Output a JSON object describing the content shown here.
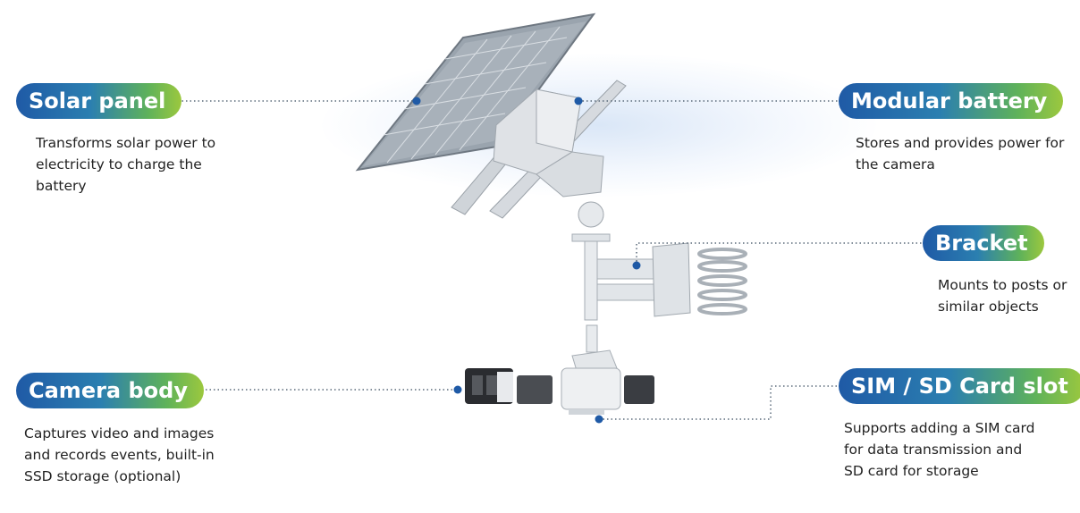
{
  "callouts": {
    "solar_panel": {
      "title": "Solar panel",
      "desc": "Transforms solar power to electricity to charge the battery"
    },
    "modular_battery": {
      "title": "Modular battery",
      "desc": "Stores and provides power for the camera"
    },
    "bracket": {
      "title": "Bracket",
      "desc": "Mounts to posts or similar objects"
    },
    "camera_body": {
      "title": "Camera body",
      "desc": "Captures video and images and records events, built-in SSD storage (optional)"
    },
    "sim_sd_slot": {
      "title": "SIM / SD Card slot",
      "desc": "Supports adding a SIM card for data transmission and SD card for storage"
    }
  },
  "colors": {
    "pill_gradient_start": "#1f5aa6",
    "pill_gradient_end": "#9cc83e",
    "connector_dot": "#1f5aa6",
    "connector_line": "#5a6a7a"
  }
}
